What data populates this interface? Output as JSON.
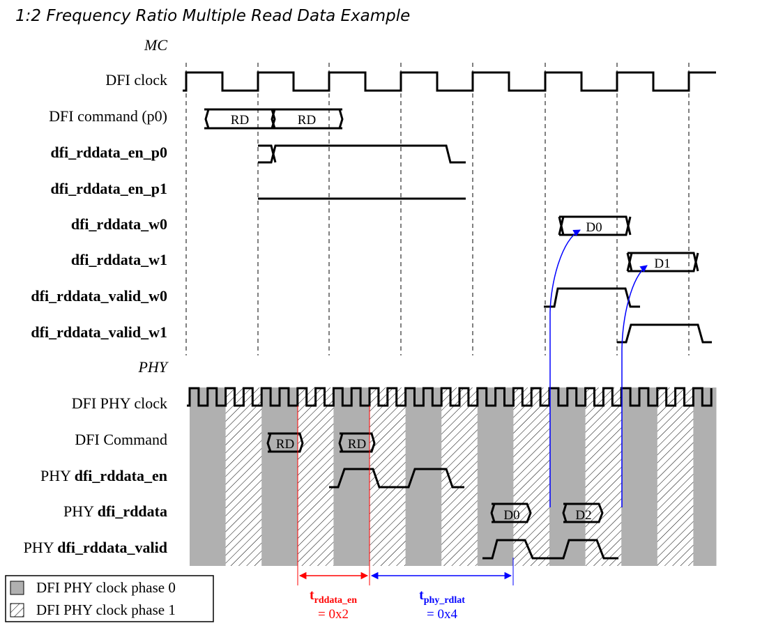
{
  "title": "1:2 Frequency Ratio Multiple Read Data Example",
  "mc_section_label": "MC",
  "phy_section_label": "PHY",
  "mc_signals": {
    "clock": "DFI clock",
    "command": "DFI command (p0)",
    "rddata_en_p0": "dfi_rddata_en_p0",
    "rddata_en_p1": "dfi_rddata_en_p1",
    "rddata_w0": "dfi_rddata_w0",
    "rddata_w1": "dfi_rddata_w1",
    "rddata_valid_w0": "dfi_rddata_valid_w0",
    "rddata_valid_w1": "dfi_rddata_valid_w1"
  },
  "phy_signals": {
    "clock": "DFI PHY clock",
    "command": "DFI Command",
    "rddata_en_prefix": "PHY ",
    "rddata_en": "dfi_rddata_en",
    "rddata_prefix": "PHY ",
    "rddata": "dfi_rddata",
    "rddata_valid_prefix": "PHY ",
    "rddata_valid": "dfi_rddata_valid"
  },
  "boxes": {
    "mc_rd1": "RD",
    "mc_rd2": "RD",
    "w0_data": "D0",
    "w1_data": "D1",
    "phy_rd1": "RD",
    "phy_rd2": "RD",
    "phy_d0": "D0",
    "phy_d2": "D2"
  },
  "timing": {
    "rddata_en_name": "t",
    "rddata_en_sub": "rddata_en",
    "rddata_en_value": "= 0x2",
    "phy_rdlat_name": "t",
    "phy_rdlat_sub": "phy_rdlat",
    "phy_rdlat_value": "= 0x4"
  },
  "legend": {
    "phase0": "DFI PHY clock phase 0",
    "phase1": "DFI PHY clock phase 1"
  },
  "colors": {
    "phase0_fill": "#b0b0b0",
    "trddata_en": "#ff0000",
    "tphy_rdlat": "#0000ff",
    "arrow": "#0000ff"
  }
}
